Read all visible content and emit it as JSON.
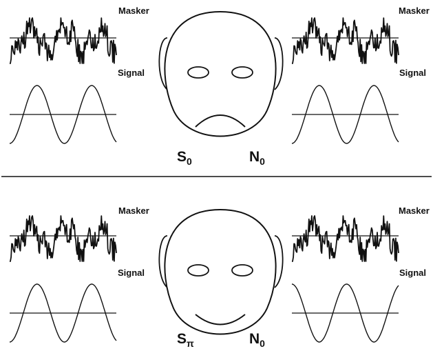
{
  "panels": [
    {
      "id": "top",
      "masker_label": "Masker",
      "signal_label": "Signal",
      "signal_condition": "S",
      "signal_subscript": "0",
      "noise_condition": "N",
      "noise_subscript": "0",
      "expression": "frown"
    },
    {
      "id": "bottom",
      "masker_label": "Masker",
      "signal_label": "Signal",
      "signal_condition": "S",
      "signal_subscript": "π",
      "noise_condition": "N",
      "noise_subscript": "0",
      "expression": "smile"
    }
  ],
  "icons": {
    "face": "head-outline-icon",
    "masker": "noise-waveform-icon",
    "signal": "sine-waveform-icon",
    "divider": "horizontal-rule"
  },
  "colors": {
    "ink": "#111111",
    "background": "#ffffff"
  }
}
